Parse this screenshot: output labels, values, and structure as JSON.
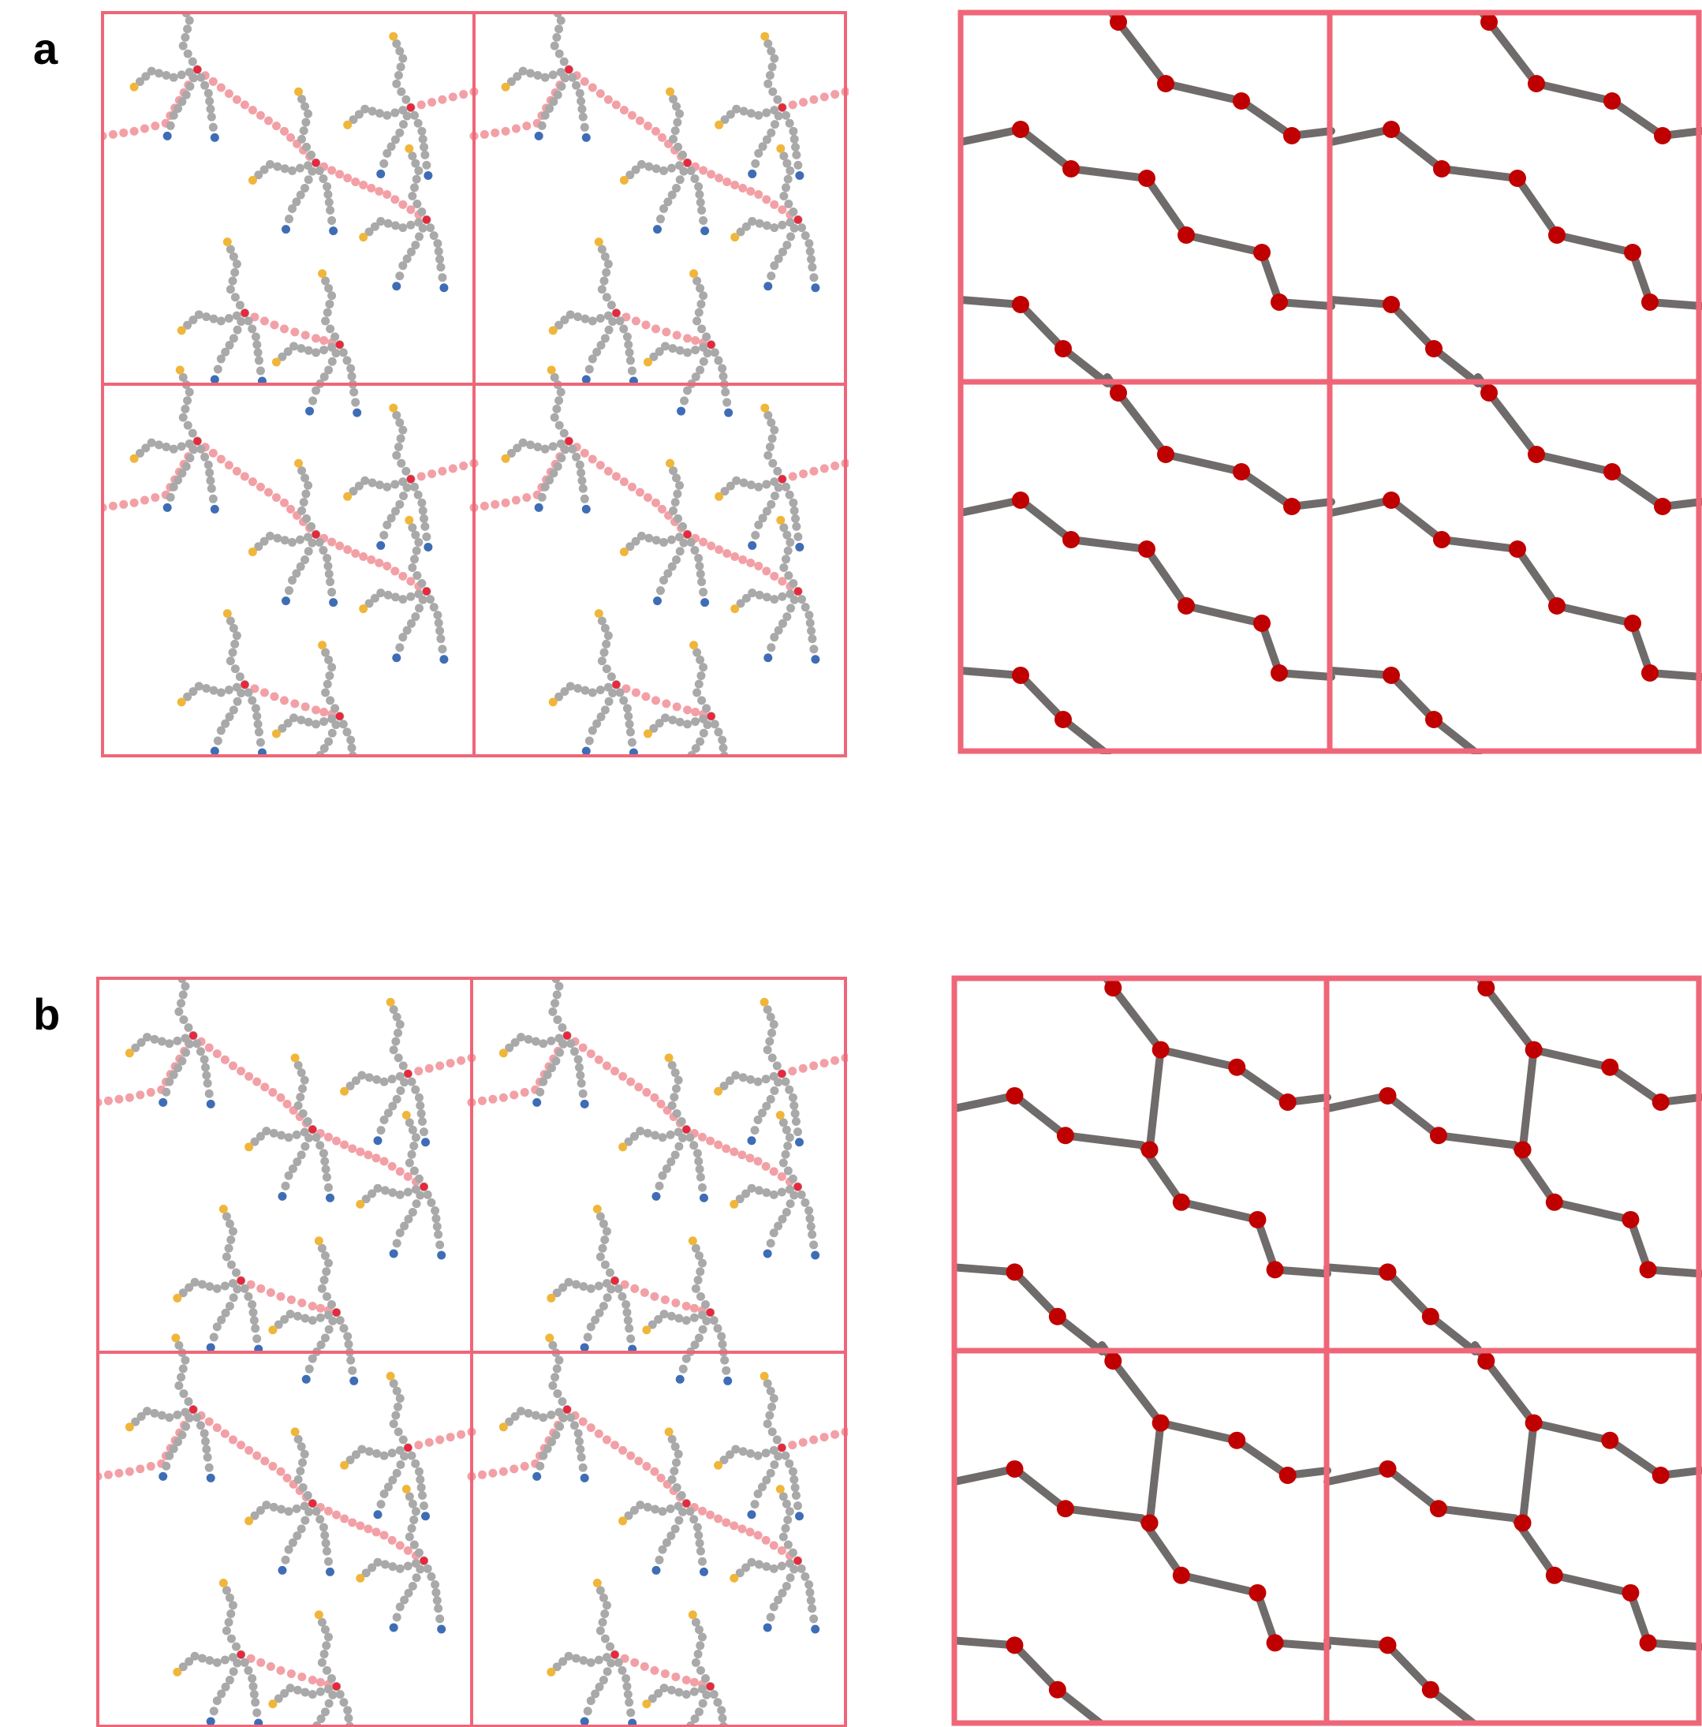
{
  "panels": {
    "a": {
      "label": "a"
    },
    "b": {
      "label": "b"
    }
  },
  "colors": {
    "cell_border": "#ef6678",
    "bead_backbone": "#a9a9a9",
    "bead_linker": "#f2a0a6",
    "bead_end_yellow": "#f0b63a",
    "bead_end_blue": "#3f6db5",
    "bead_core": "#e8283c",
    "coarse_bond": "#706b6b",
    "coarse_node": "#c00000"
  },
  "icons": [
    "molecular-chain-network",
    "coarse-grained-node-network"
  ]
}
